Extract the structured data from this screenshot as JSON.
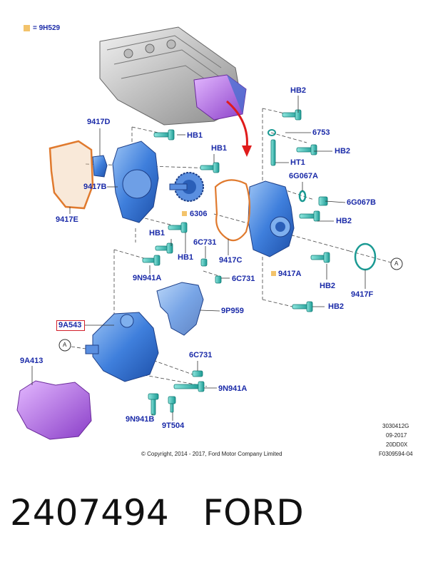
{
  "legend": {
    "text": "= 9H529",
    "swatch_color": "#f3c36b"
  },
  "labels": {
    "hb2_top": "HB2",
    "n6753": "6753",
    "hb2_a": "HB2",
    "ht1": "HT1",
    "g6067a": "6G067A",
    "g6067b": "6G067B",
    "hb2_b": "HB2",
    "n9417a": "9417A",
    "hb2_c": "HB2",
    "n9417f": "9417F",
    "hb2_d": "HB2",
    "n9417d": "9417D",
    "hb1_a": "HB1",
    "hb1_b": "HB1",
    "n9417b": "9417B",
    "n9417e": "9417E",
    "n6306": "6306",
    "hb1_c": "HB1",
    "hb1_d": "HB1",
    "c731_a": "6C731",
    "n9417c": "9417C",
    "n9n941a_a": "9N941A",
    "c731_b": "6C731",
    "p959": "9P959",
    "a543": "9A543",
    "a413": "9A413",
    "c731_c": "6C731",
    "n9n941a_b": "9N941A",
    "n9n941b": "9N941B",
    "t504": "9T504",
    "callout_a1": "A",
    "callout_a2": "A"
  },
  "footer": {
    "copyright": "© Copyright, 2014 - 2017, Ford Motor Company Limited",
    "ref1": "3030412G",
    "ref2": "09-2017",
    "ref3": "20DD0X",
    "ref4": "F0309594-04"
  },
  "part": {
    "number": "2407494",
    "brand": "FORD"
  },
  "colors": {
    "label": "#1a2aa8",
    "part_blue": "#3f7fdc",
    "fastener_teal": "#2fb8b0",
    "gasket": "#e07a2e",
    "purple": "#b072e6",
    "highlight": "#d21f2a"
  }
}
